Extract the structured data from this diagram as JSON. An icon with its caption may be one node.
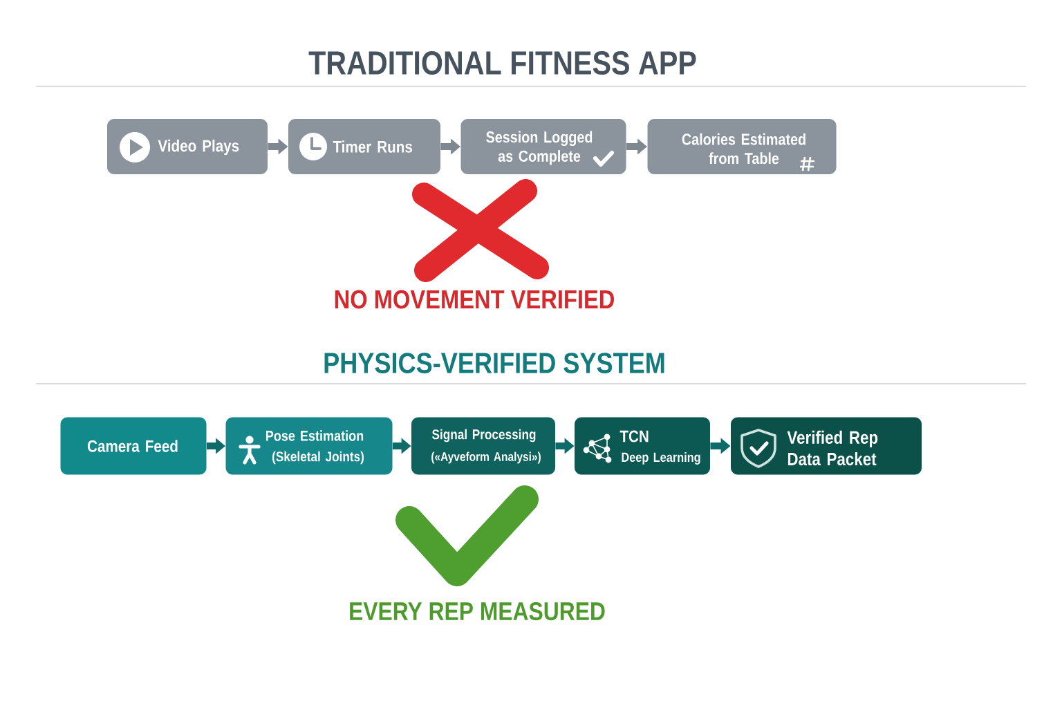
{
  "diagram": {
    "nodes": [
      {
        "text": [
          "Video Plays"
        ]
      },
      {
        "text": [
          "Timer Runs"
        ]
      },
      {
        "text": [
          "Session Logged as Complete"
        ]
      },
      {
        "text": [
          "Calories Estimated from Table"
        ]
      },
      {
        "text": [
          "Camera Feed"
        ]
      },
      {
        "text": [
          "Pose Estimation",
          "(Skeletal Joints)"
        ]
      },
      {
        "text": [
          "Signal Processing",
          "(«Ayveform Analysi»)"
        ]
      },
      {
        "text": [
          "TCN",
          "Deep Learning"
        ]
      },
      {
        "text": [
          "Verified Rep Data Packet"
        ]
      }
    ],
    "edges": [
      {
        "from": 0,
        "to": 1,
        "arrow": "to",
        "color": "#7f8890"
      },
      {
        "from": 1,
        "to": 2,
        "arrow": "to",
        "color": "#7f8890"
      },
      {
        "from": 2,
        "to": 3,
        "arrow": "to",
        "color": "#7f8890"
      },
      {
        "from": 4,
        "to": 5,
        "arrow": "to"
      },
      {
        "from": 5,
        "to": 6,
        "arrow": "to"
      },
      {
        "from": 6,
        "to": 7,
        "arrow": "to"
      },
      {
        "from": 7,
        "to": 8,
        "arrow": "to"
      }
    ],
    "labels": [
      "TRADITIONAL FITNESS APP",
      "NO MOVEMENT VERIFIED",
      "PHYSICS-VERIFIED SYSTEM",
      "EVERY REP MEASURED"
    ]
  }
}
